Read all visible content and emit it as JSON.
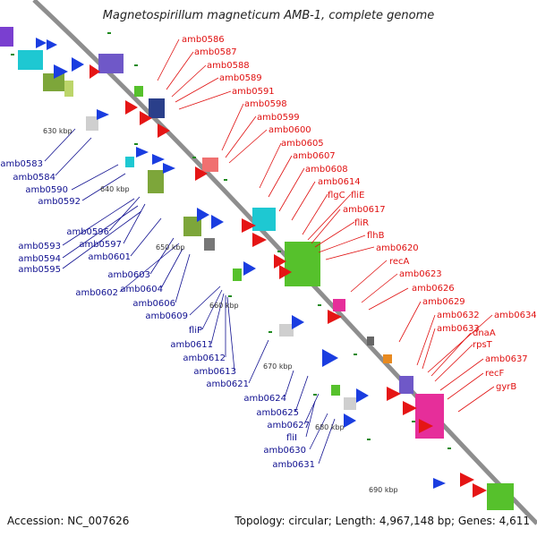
{
  "title": "Magnetospirillum magneticum AMB-1, complete genome",
  "accession": "Accession: NC_007626",
  "topology": "Topology: circular; Length: 4,967,148 bp; Genes: 4,611",
  "colors": {
    "backbone": "#8e8e8e",
    "red_label": "#e01010",
    "blue_label": "#101090",
    "tick": "#1f8a1f"
  },
  "kbp_ticks": [
    "630 kbp",
    "640 kbp",
    "650 kbp",
    "660 kbp",
    "670 kbp",
    "680 kbp",
    "690 kbp"
  ],
  "red_labels": [
    "amb0586",
    "amb0587",
    "amb0588",
    "amb0589",
    "amb0591",
    "amb0598",
    "amb0599",
    "amb0600",
    "amb0605",
    "amb0607",
    "amb0608",
    "amb0614",
    "flgC",
    "fliE",
    "amb0617",
    "fliR",
    "flhB",
    "amb0620",
    "recA",
    "amb0623",
    "amb0626",
    "amb0629",
    "amb0632",
    "amb0634",
    "amb0633",
    "dnaA",
    "rpsT",
    "amb0637",
    "recF",
    "gyrB"
  ],
  "blue_labels": [
    "amb0583",
    "amb0584",
    "amb0590",
    "amb0592",
    "amb0596",
    "amb0593",
    "amb0597",
    "amb0594",
    "amb0595",
    "amb0601",
    "amb0603",
    "amb0602",
    "amb0604",
    "amb0606",
    "amb0609",
    "fliP",
    "amb0611",
    "amb0612",
    "amb0613",
    "amb0621",
    "amb0624",
    "amb0625",
    "amb0627",
    "fliI",
    "amb0630",
    "amb0631"
  ]
}
